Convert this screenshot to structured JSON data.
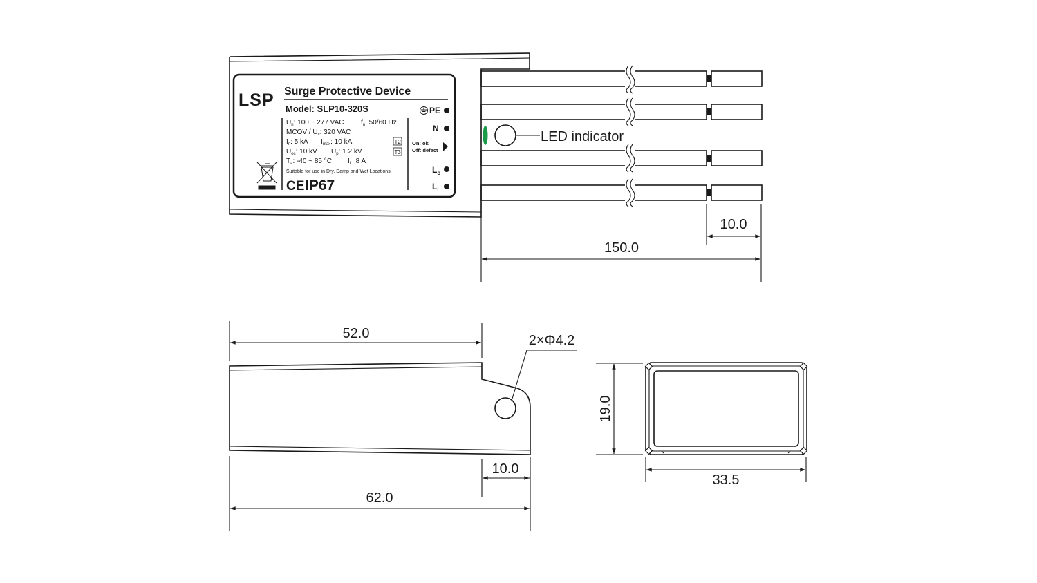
{
  "label": {
    "brand": "LSP",
    "title": "Surge Protective Device",
    "model": "Model: SLP10-320S",
    "specs": {
      "un": {
        "sym": "U",
        "sub": "n",
        "val": ": 100 ~ 277 VAC"
      },
      "fn": {
        "sym": "f",
        "sub": "n",
        "val": ": 50/60 Hz"
      },
      "uc": {
        "pre": "MCOV / U",
        "sub": "c",
        "val": ": 320 VAC"
      },
      "in": {
        "sym": "I",
        "sub": "n",
        "val": ": 5 kA"
      },
      "imax": {
        "sym": "I",
        "sub": "max",
        "val": ": 10 kA"
      },
      "uoc": {
        "sym": "U",
        "sub": "oc",
        "val": ": 10 kV"
      },
      "up": {
        "sym": "U",
        "sub": "p",
        "val": ": 1.2 kV"
      },
      "ta": {
        "sym": "T",
        "sub": "a",
        "val": ": -40 ~ 85 °C"
      },
      "il": {
        "sym": "I",
        "sub": "L",
        "val": ": 8 A"
      }
    },
    "class_badges": [
      "T2",
      "T3"
    ],
    "note": "Suitable for use in Dry, Damp and Wet Locations.",
    "ce": "CE",
    "ip": "IP67",
    "terminals": {
      "pe": "PE",
      "n": "N",
      "lo": {
        "sym": "L",
        "sub": "o"
      },
      "li": {
        "sym": "L",
        "sub": "i"
      }
    },
    "status_on": "On: ok",
    "status_off": "Off: defect"
  },
  "callouts": {
    "led": "LED indicator",
    "holes": "2×Φ4.2"
  },
  "dimensions": {
    "strip_length": "10.0",
    "wire_length": "150.0",
    "body_length": "52.0",
    "flange_length": "10.0",
    "total_length": "62.0",
    "height": "19.0",
    "width": "33.5"
  },
  "colors": {
    "led": "#1a9b4a",
    "line": "#1a1a1a"
  }
}
